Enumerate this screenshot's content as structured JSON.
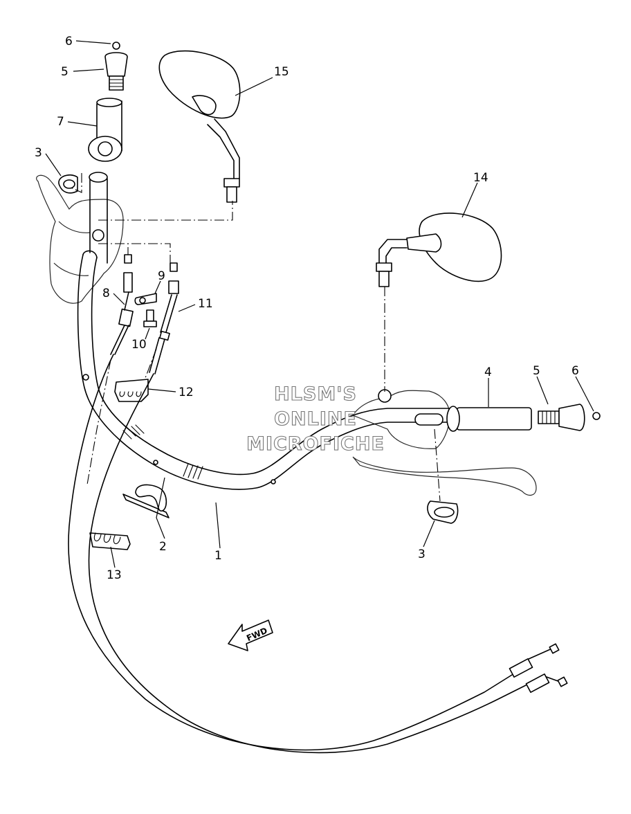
{
  "diagram": {
    "callouts": {
      "c6a": "6",
      "c5a": "5",
      "c7": "7",
      "c3a": "3",
      "c15": "15",
      "c14": "14",
      "c8": "8",
      "c9": "9",
      "c11": "11",
      "c10": "10",
      "c12": "12",
      "c4": "4",
      "c5b": "5",
      "c6b": "6",
      "c3b": "3",
      "c2": "2",
      "c1": "1",
      "c13": "13"
    },
    "watermark": [
      "HLSM'S",
      "ONLINE",
      "MICROFICHE"
    ],
    "direction_arrow": "FWD"
  }
}
